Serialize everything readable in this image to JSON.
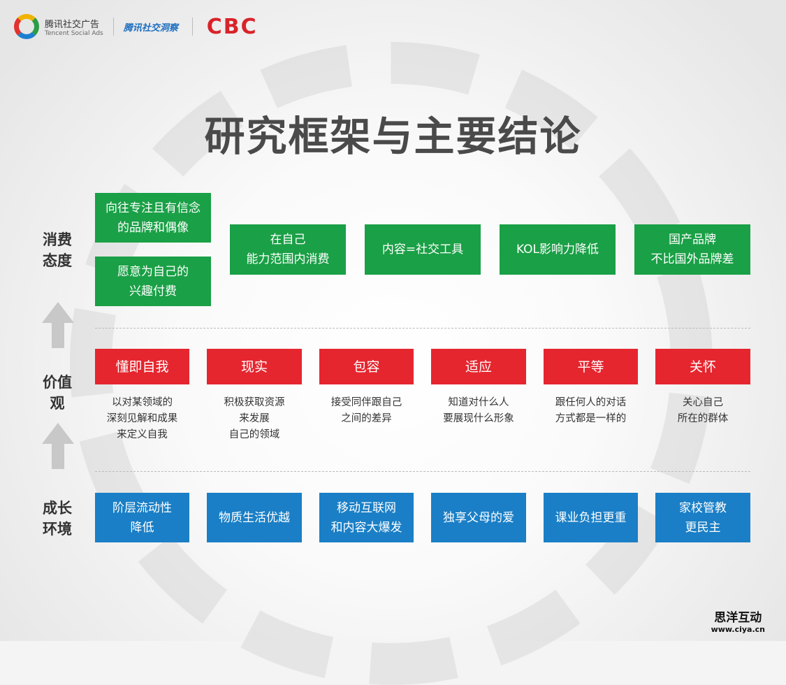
{
  "header": {
    "brand_cn": "腾讯社交广告",
    "brand_en": "Tencent Social Ads",
    "insight": "腾讯社交洞察",
    "cbc": "CBC"
  },
  "title": "研究框架与主要结论",
  "rows": {
    "consumption": {
      "label": "消费\n态度",
      "items": [
        "向往专注且有信念\n的品牌和偶像",
        "愿意为自己的\n兴趣付费",
        "在自己\n能力范围内消费",
        "内容=社交工具",
        "KOL影响力降低",
        "国产品牌\n不比国外品牌差"
      ]
    },
    "values": {
      "label": "价值\n观",
      "items": [
        {
          "title": "懂即自我",
          "desc": "以对某领域的\n深刻见解和成果\n来定义自我"
        },
        {
          "title": "现实",
          "desc": "积极获取资源\n来发展\n自己的领域"
        },
        {
          "title": "包容",
          "desc": "接受同伴跟自己\n之间的差异"
        },
        {
          "title": "适应",
          "desc": "知道对什么人\n要展现什么形象"
        },
        {
          "title": "平等",
          "desc": "跟任何人的对话\n方式都是一样的"
        },
        {
          "title": "关怀",
          "desc": "关心自己\n所在的群体"
        }
      ]
    },
    "environment": {
      "label": "成长\n环境",
      "items": [
        "阶层流动性\n降低",
        "物质生活优越",
        "移动互联网\n和内容大爆发",
        "独享父母的爱",
        "课业负担更重",
        "家校管教\n更民主"
      ]
    }
  },
  "watermark": {
    "name": "思洋互动",
    "url": "www.ciya.cn"
  },
  "colors": {
    "green": "#1aa046",
    "red": "#e5262f",
    "blue": "#1a7fc6"
  }
}
